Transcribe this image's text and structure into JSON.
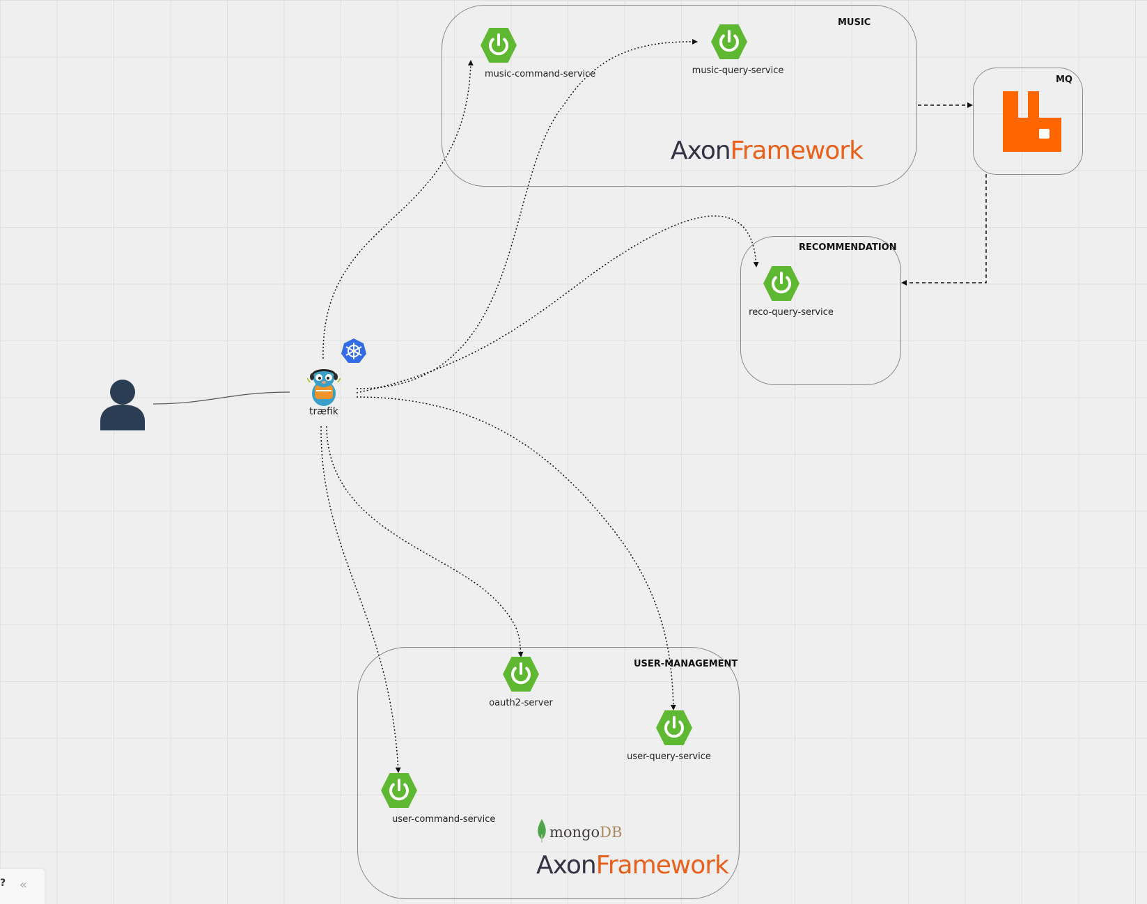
{
  "groups": {
    "music": {
      "title": "MUSIC"
    },
    "mq": {
      "title": "MQ"
    },
    "recommendation": {
      "title": "RECOMMENDATION"
    },
    "user_management": {
      "title": "USER-MANAGEMENT"
    }
  },
  "services": {
    "music_command": "music-command-service",
    "music_query": "music-query-service",
    "reco_query": "reco-query-service",
    "oauth2": "oauth2-server",
    "user_query": "user-query-service",
    "user_command": "user-command-service"
  },
  "branding": {
    "axon_part1": "Axon",
    "axon_part2": "Framework",
    "mongo_part1": "mongo",
    "mongo_part2": "DB",
    "traefik": "træfik"
  },
  "colors": {
    "spring": "#5fb832",
    "rabbitmq": "#ff6600",
    "kubernetes": "#326ce5",
    "user": "#2b3d52",
    "axon_dark": "#333344",
    "axon_orange": "#e8601c"
  },
  "icons": {
    "service": "spring-boot-power-icon",
    "mq": "rabbitmq-icon",
    "user": "user-icon",
    "gateway": "traefik-gopher-icon",
    "orchestrator": "kubernetes-helm-icon"
  },
  "ui": {
    "help": "?",
    "collapse": "«"
  }
}
